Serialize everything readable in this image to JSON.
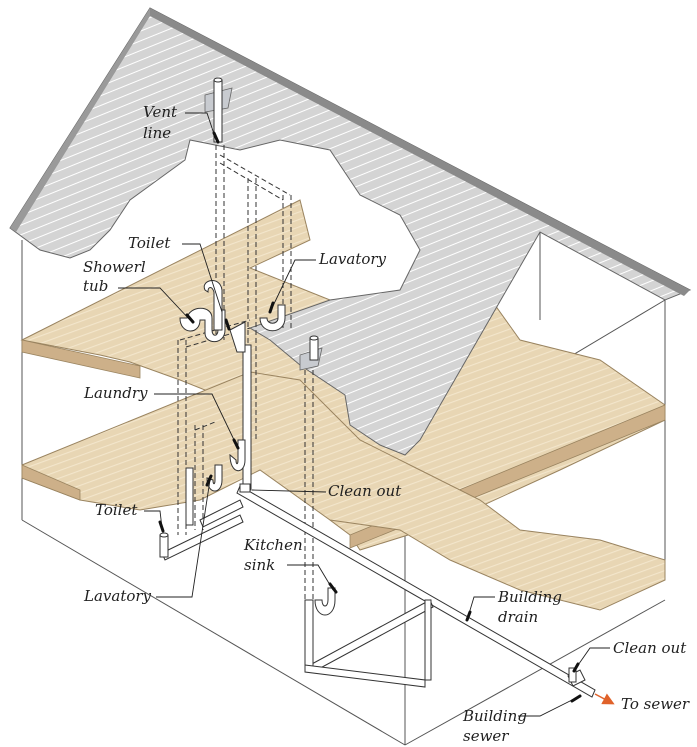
{
  "labels": {
    "vent_line": [
      "Vent",
      "line"
    ],
    "toilet_upper": "Toilet",
    "shower_tub": [
      "Showerl",
      "tub"
    ],
    "lavatory_upper": "Lavatory",
    "laundry": "Laundry",
    "clean_out_upper": "Clean out",
    "toilet_lower": "Toilet",
    "kitchen_sink": [
      "Kitchen",
      "sink"
    ],
    "lavatory_lower": "Lavatory",
    "building_drain": [
      "Building",
      "drain"
    ],
    "clean_out_lower": "Clean out",
    "to_sewer": "To sewer",
    "building_sewer": [
      "Building",
      "sewer"
    ]
  },
  "colors": {
    "roof": "#d4d4d4",
    "roof_line": "#ffffff",
    "floor": "#e8d6b4",
    "floor_stripe": "#f3e6cc",
    "floor_edge": "#cdb089",
    "pipe": "#ffffff",
    "outline": "#333333",
    "arrow": "#e0622a"
  }
}
